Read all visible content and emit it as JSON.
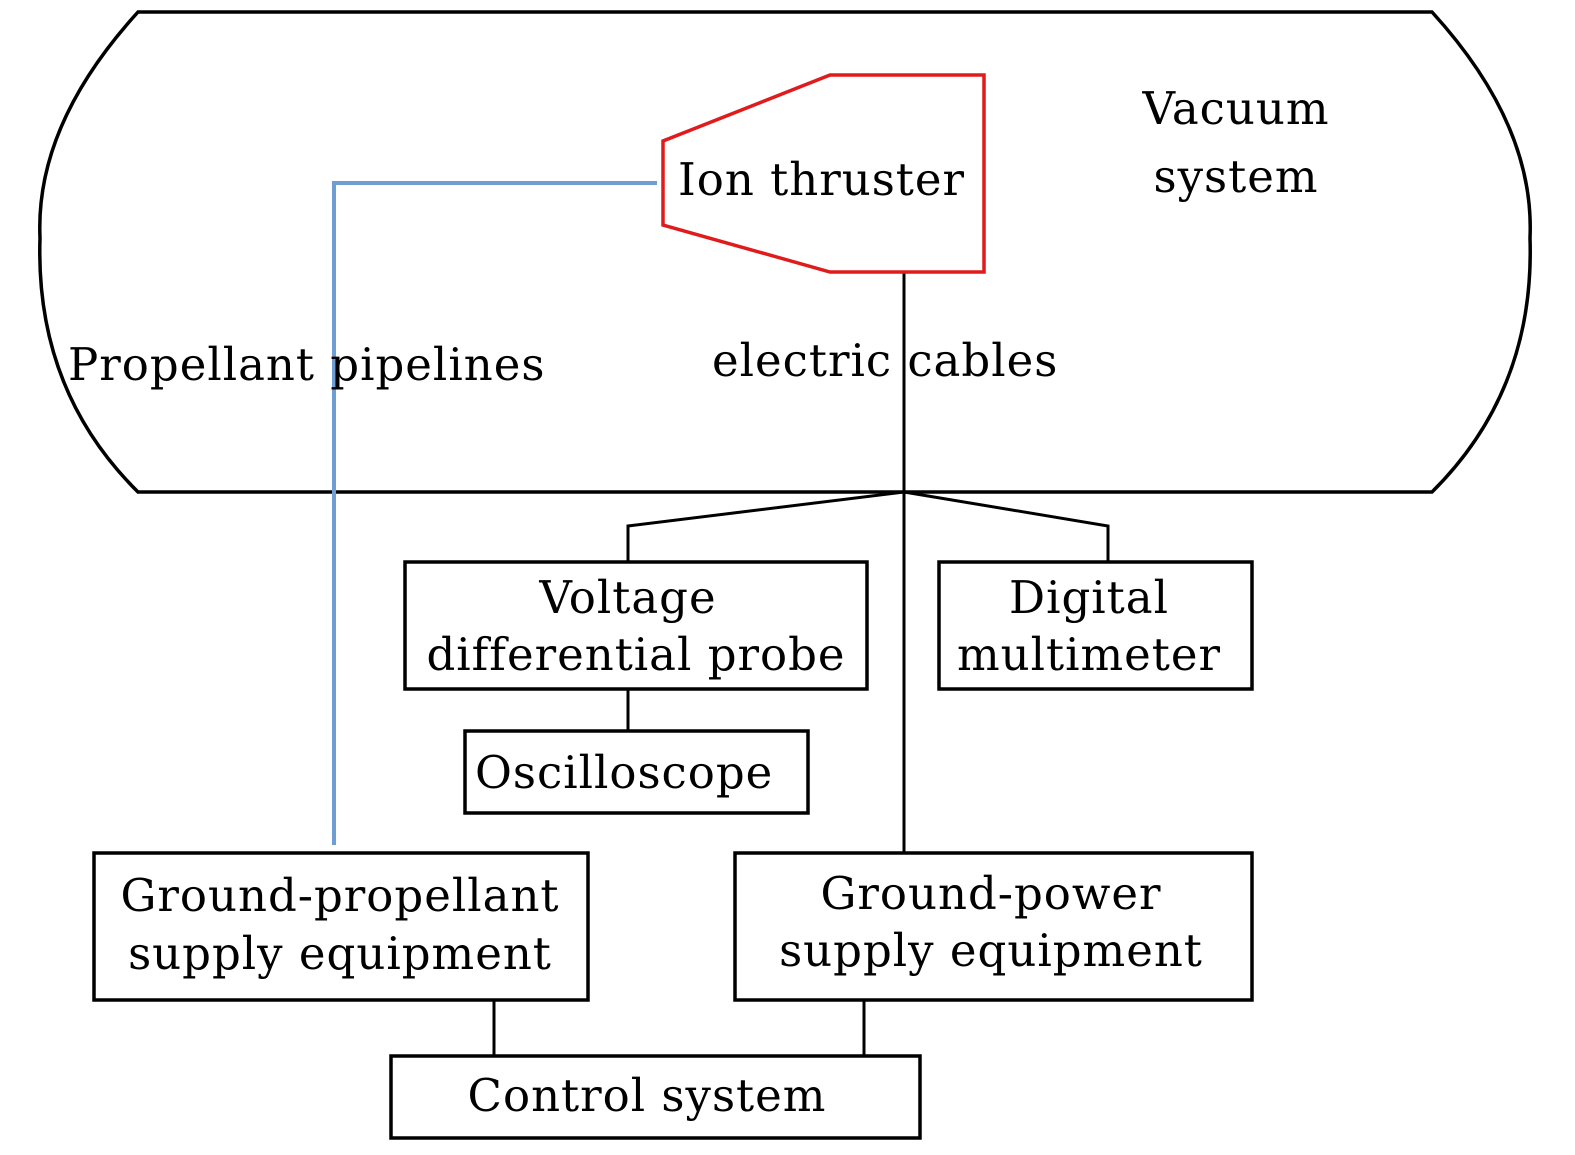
{
  "colors": {
    "outline": "#000000",
    "thruster": "#e11b1b",
    "pipeline": "#6f9fd2",
    "background": "#ffffff"
  },
  "vacuum_system": {
    "line1": "Vacuum",
    "line2": "system"
  },
  "ion_thruster": {
    "label": "Ion thruster"
  },
  "propellant_pipelines": {
    "label": "Propellant pipelines"
  },
  "electric_cables": {
    "label": "electric cables"
  },
  "voltage_probe": {
    "line1": "Voltage",
    "line2": "differential probe"
  },
  "digital_multimeter": {
    "line1": "Digital",
    "line2": "multimeter"
  },
  "oscilloscope": {
    "label": "Oscilloscope"
  },
  "ground_propellant": {
    "line1": "Ground-propellant",
    "line2": "supply equipment"
  },
  "ground_power": {
    "line1": "Ground-power",
    "line2": "supply equipment"
  },
  "control_system": {
    "label": "Control system"
  }
}
